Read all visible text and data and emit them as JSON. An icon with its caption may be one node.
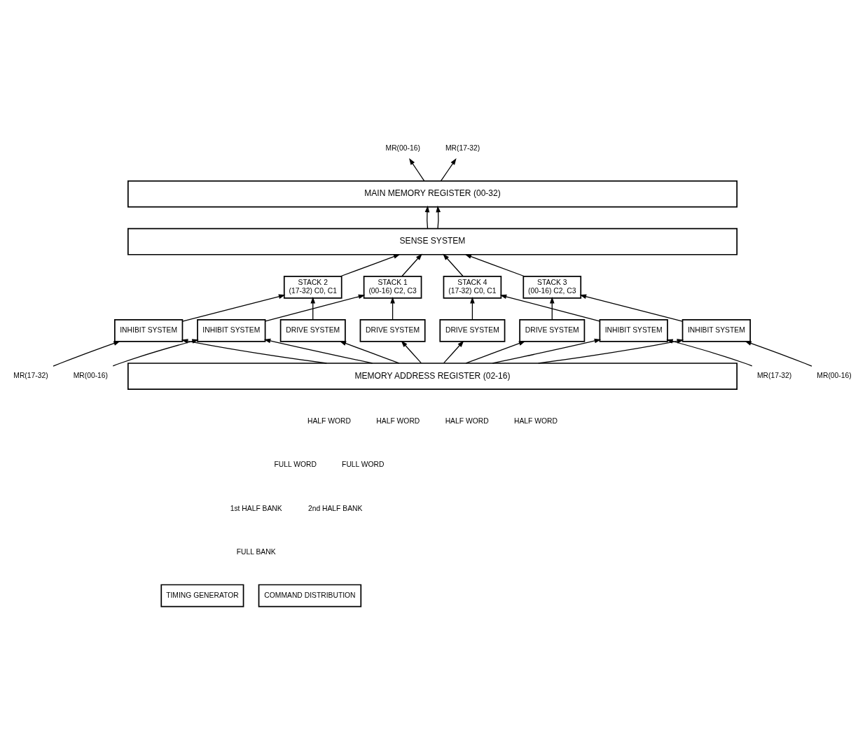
{
  "diagram": {
    "nodes": [
      {
        "text": [
          "MR(00-16)"
        ]
      },
      {
        "text": [
          "MR(17-32)"
        ]
      },
      {
        "text": [
          "MAIN MEMORY REGISTER (00-32)"
        ]
      },
      {
        "text": [
          "SENSE SYSTEM"
        ]
      },
      {
        "text": [
          "STACK 1",
          "(00-16) C2, C3"
        ]
      },
      {
        "text": [
          "STACK 2",
          "(17-32) C0, C1"
        ]
      },
      {
        "text": [
          "STACK 3",
          "(00-16) C2, C3"
        ]
      },
      {
        "text": [
          "STACK 4",
          "(17-32) C0, C1"
        ]
      },
      {
        "text": [
          "INHIBIT SYSTEM"
        ]
      },
      {
        "text": [
          "DRIVE SYSTEM"
        ]
      },
      {
        "text": [
          "INHIBIT SYSTEM"
        ]
      },
      {
        "text": [
          "DRIVE SYSTEM"
        ]
      },
      {
        "text": [
          "INHIBIT SYSTEM"
        ]
      },
      {
        "text": [
          "DRIVE SYSTEM"
        ]
      },
      {
        "text": [
          "INHIBIT SYSTEM"
        ]
      },
      {
        "text": [
          "DRIVE SYSTEM"
        ]
      },
      {
        "text": [
          "MR(00-16)"
        ]
      },
      {
        "text": [
          "MR(17-32)"
        ]
      },
      {
        "text": [
          "MR(00-16)"
        ]
      },
      {
        "text": [
          "MR(17-32)"
        ]
      },
      {
        "text": [
          "MEMORY ADDRESS REGISTER (02-16)"
        ]
      },
      {
        "text": [
          "TIMING GENERATOR"
        ]
      },
      {
        "text": [
          "COMMAND DISTRIBUTION"
        ]
      }
    ],
    "edges": [
      {
        "from": 2,
        "to": 0,
        "arrow": "to"
      },
      {
        "from": 2,
        "to": 1,
        "arrow": "to"
      },
      {
        "from": 3,
        "to": 2,
        "arrow": "to"
      },
      {
        "from": 3,
        "to": 2,
        "arrow": "to"
      },
      {
        "from": 4,
        "to": 3,
        "arrow": "to"
      },
      {
        "from": 5,
        "to": 3,
        "arrow": "to"
      },
      {
        "from": 6,
        "to": 3,
        "arrow": "to"
      },
      {
        "from": 7,
        "to": 3,
        "arrow": "to"
      },
      {
        "from": 8,
        "to": 4,
        "arrow": "to"
      },
      {
        "from": 9,
        "to": 4,
        "arrow": "to"
      },
      {
        "from": 10,
        "to": 5,
        "arrow": "to"
      },
      {
        "from": 11,
        "to": 5,
        "arrow": "to"
      },
      {
        "from": 12,
        "to": 6,
        "arrow": "to"
      },
      {
        "from": 13,
        "to": 6,
        "arrow": "to"
      },
      {
        "from": 14,
        "to": 7,
        "arrow": "to"
      },
      {
        "from": 15,
        "to": 7,
        "arrow": "to"
      },
      {
        "from": 16,
        "to": 8,
        "arrow": "to"
      },
      {
        "from": 20,
        "to": 8,
        "arrow": "to"
      },
      {
        "from": 20,
        "to": 9,
        "arrow": "to"
      },
      {
        "from": 17,
        "to": 10,
        "arrow": "to"
      },
      {
        "from": 20,
        "to": 10,
        "arrow": "to"
      },
      {
        "from": 20,
        "to": 11,
        "arrow": "to"
      },
      {
        "from": 18,
        "to": 12,
        "arrow": "to"
      },
      {
        "from": 20,
        "to": 12,
        "arrow": "to"
      },
      {
        "from": 20,
        "to": 13,
        "arrow": "to"
      },
      {
        "from": 19,
        "to": 14,
        "arrow": "to"
      },
      {
        "from": 20,
        "to": 14,
        "arrow": "to"
      },
      {
        "from": 20,
        "to": 15,
        "arrow": "to"
      }
    ],
    "labels": [
      "HALF WORD",
      "HALF WORD",
      "HALF WORD",
      "HALF WORD",
      "FULL WORD",
      "FULL WORD",
      "1st HALF BANK",
      "2nd HALF BANK",
      "FULL BANK"
    ]
  }
}
